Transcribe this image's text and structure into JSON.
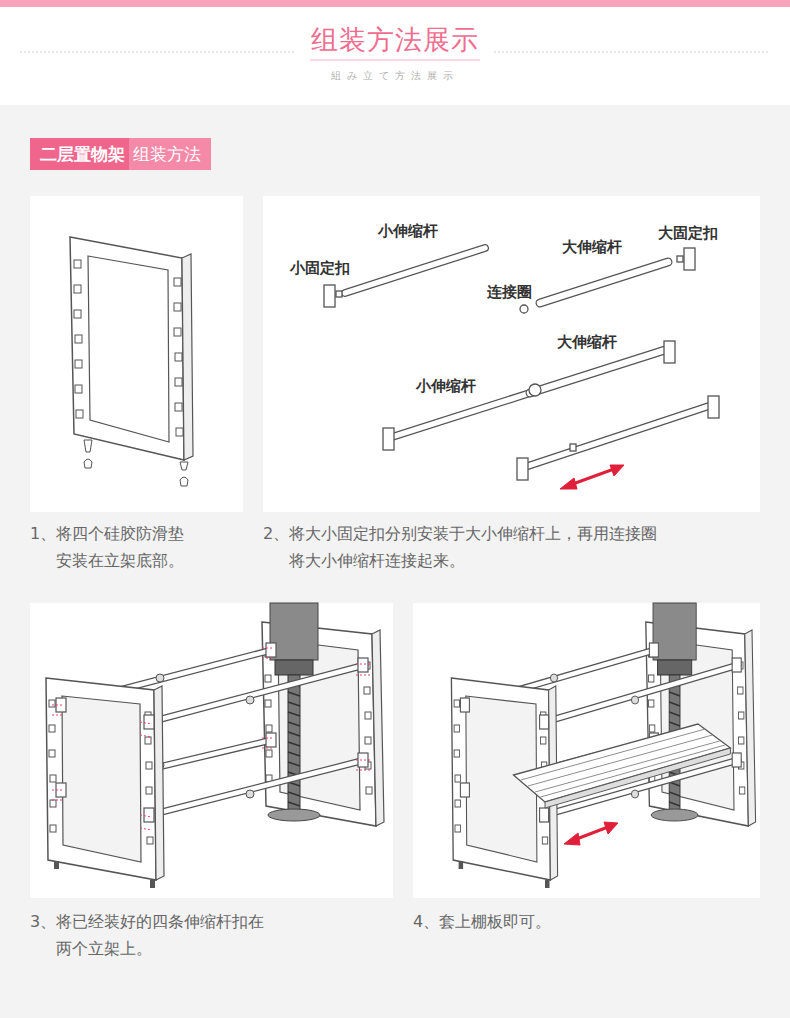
{
  "diagram": {
    "title": "组装方法展示",
    "nodes": [
      {
        "text": [
          "二层置物架",
          "组装方法"
        ]
      }
    ],
    "labels": [
      "組み立て方法展示",
      "小伸缩杆",
      "大伸缩杆",
      "大固定扣",
      "小固定扣",
      "连接圈",
      "大伸缩杆",
      "小伸缩杆",
      "1、将四个硅胶防滑垫 安装在立架底部。",
      "2、将大小固定扣分别安装于大小伸缩杆上，再用连接圈 将大小伸缩杆连接起来。",
      "3、将已经装好的四条伸缩杆扣在 两个立架上。",
      "4、套上棚板即可。"
    ]
  }
}
